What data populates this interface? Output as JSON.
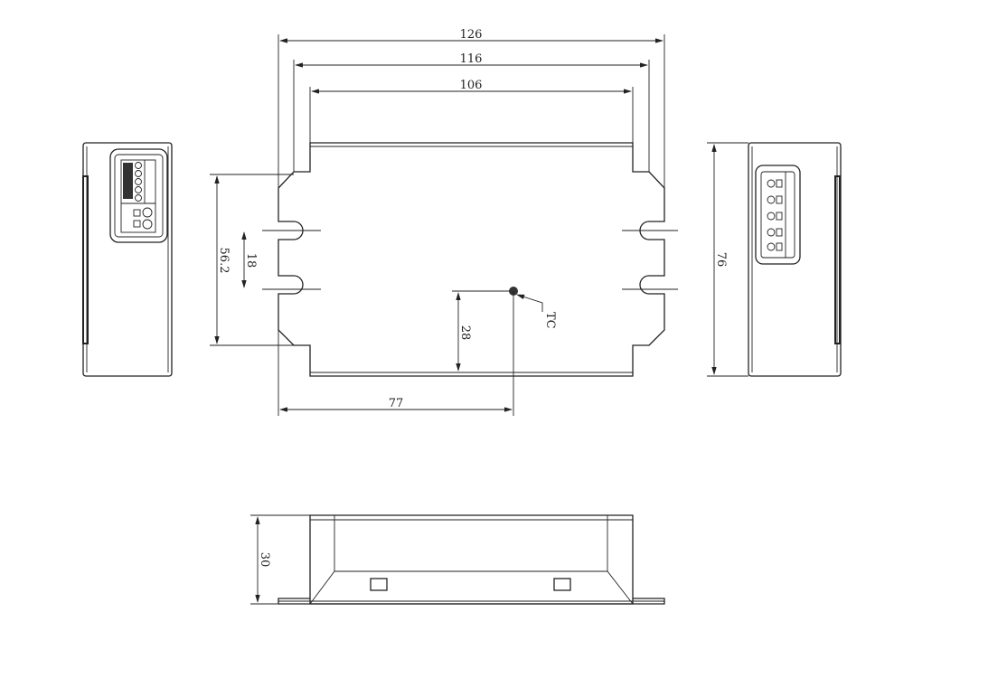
{
  "dimensions": {
    "overall_length": "126",
    "mounting_length": "116",
    "body_length": "106",
    "mounting_height": "56.2",
    "slot_spacing": "18",
    "tc_height": "28",
    "tc_offset": "77",
    "overall_width": "76",
    "height": "30"
  },
  "labels": {
    "tc": "TC"
  },
  "colors": {
    "line": "#222222",
    "background": "#ffffff"
  }
}
